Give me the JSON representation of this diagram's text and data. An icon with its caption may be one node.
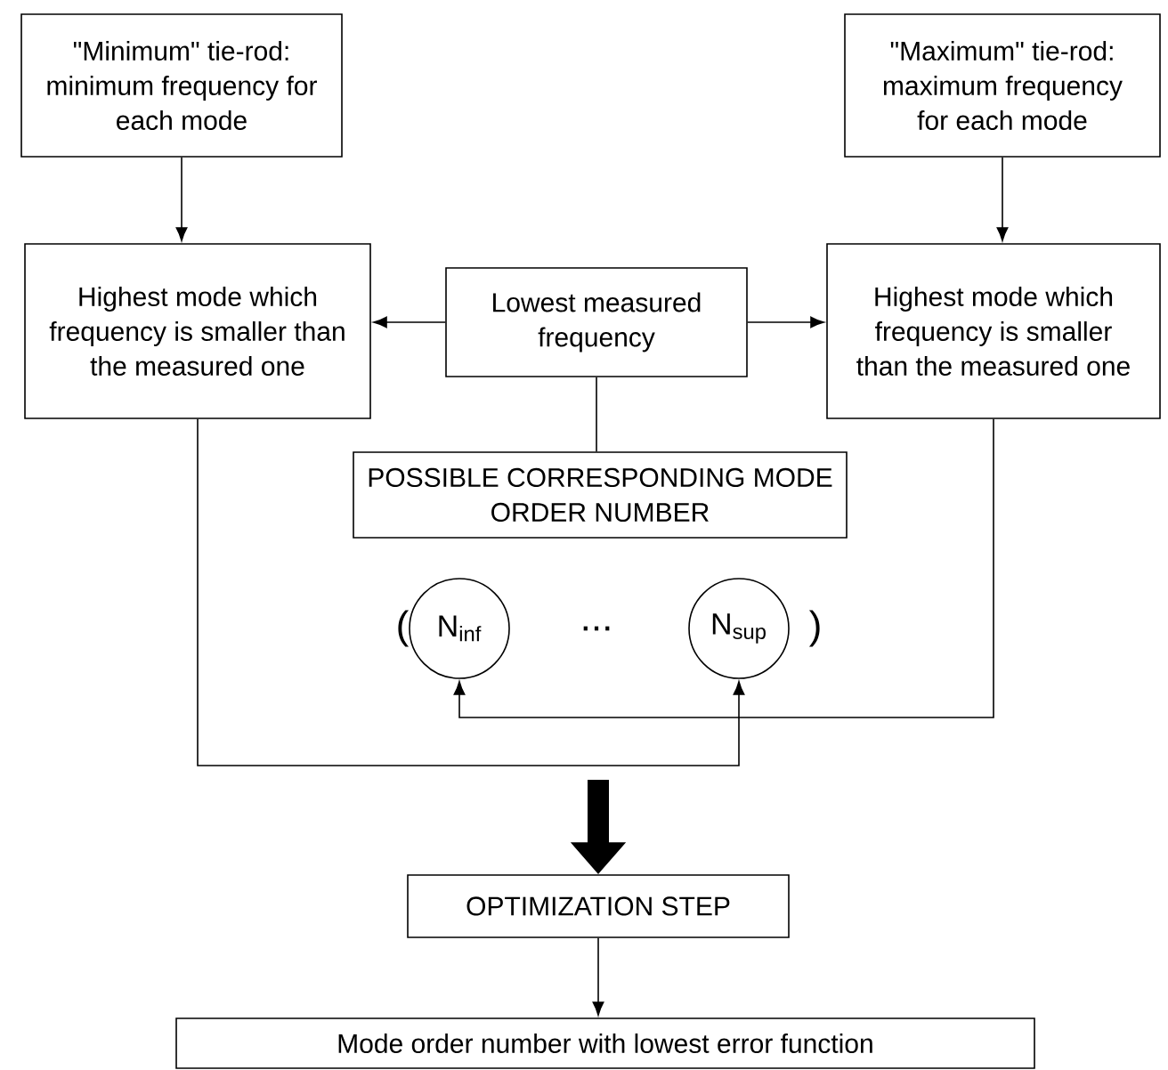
{
  "diagram": {
    "nodes": [
      {
        "text": [
          "\"Minimum\" tie-rod: minimum frequency for each mode"
        ]
      },
      {
        "text": [
          "\"Maximum\" tie-rod: maximum frequency for each mode"
        ]
      },
      {
        "text": [
          "Highest mode which frequency is smaller than the measured one"
        ]
      },
      {
        "text": [
          "Lowest measured frequency"
        ]
      },
      {
        "text": [
          "Highest mode which frequency is smaller than the measured one"
        ]
      },
      {
        "text": [
          "POSSIBLE CORRESPONDING MODE ORDER NUMBER"
        ]
      },
      {
        "text": [
          "N$_{inf}$"
        ]
      },
      {
        "text": [
          "N$_{sup}$"
        ]
      },
      {
        "text": [
          "OPTIMIZATION STEP"
        ]
      },
      {
        "text": [
          "Mode order number with lowest error function"
        ]
      }
    ],
    "edges": [
      {
        "from": 0,
        "to": 2,
        "arrow": "to"
      },
      {
        "from": 1,
        "to": 4,
        "arrow": "to"
      },
      {
        "from": 3,
        "to": 2,
        "arrow": "to"
      },
      {
        "from": 3,
        "to": 4,
        "arrow": "to"
      },
      {
        "from": 3,
        "to": 5,
        "arrow": "none"
      },
      {
        "from": 2,
        "to": 7,
        "arrow": "to"
      },
      {
        "from": 4,
        "to": 6,
        "arrow": "to"
      },
      {
        "from": null,
        "to": 8,
        "arrow": "to",
        "style": "thick"
      },
      {
        "from": 8,
        "to": 9,
        "arrow": "to"
      }
    ],
    "labels": [
      "(",
      "...",
      ")"
    ]
  }
}
